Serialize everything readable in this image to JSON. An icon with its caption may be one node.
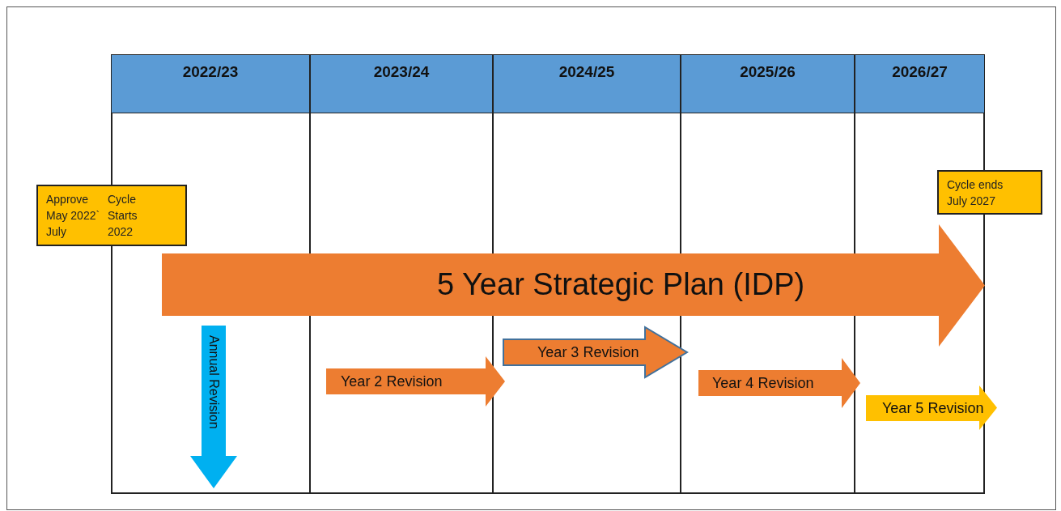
{
  "diagram": {
    "nodes": [
      {
        "text": [
          "Approve May 2022` July",
          "Cycle Starts 2022"
        ]
      },
      {
        "text": [
          "Cycle ends July 2027"
        ]
      },
      {
        "text": [
          "5 Year Strategic Plan (IDP)"
        ]
      },
      {
        "text": [
          "Annual Revision"
        ]
      },
      {
        "text": [
          "Year 2 Revision"
        ]
      },
      {
        "text": [
          "Year 3 Revision"
        ]
      },
      {
        "text": [
          "Year 4 Revision"
        ]
      },
      {
        "text": [
          "Year 5 Revision"
        ]
      }
    ],
    "labels": [
      "2022/23",
      "2023/24",
      "2024/25",
      "2025/26",
      "2026/27"
    ]
  }
}
